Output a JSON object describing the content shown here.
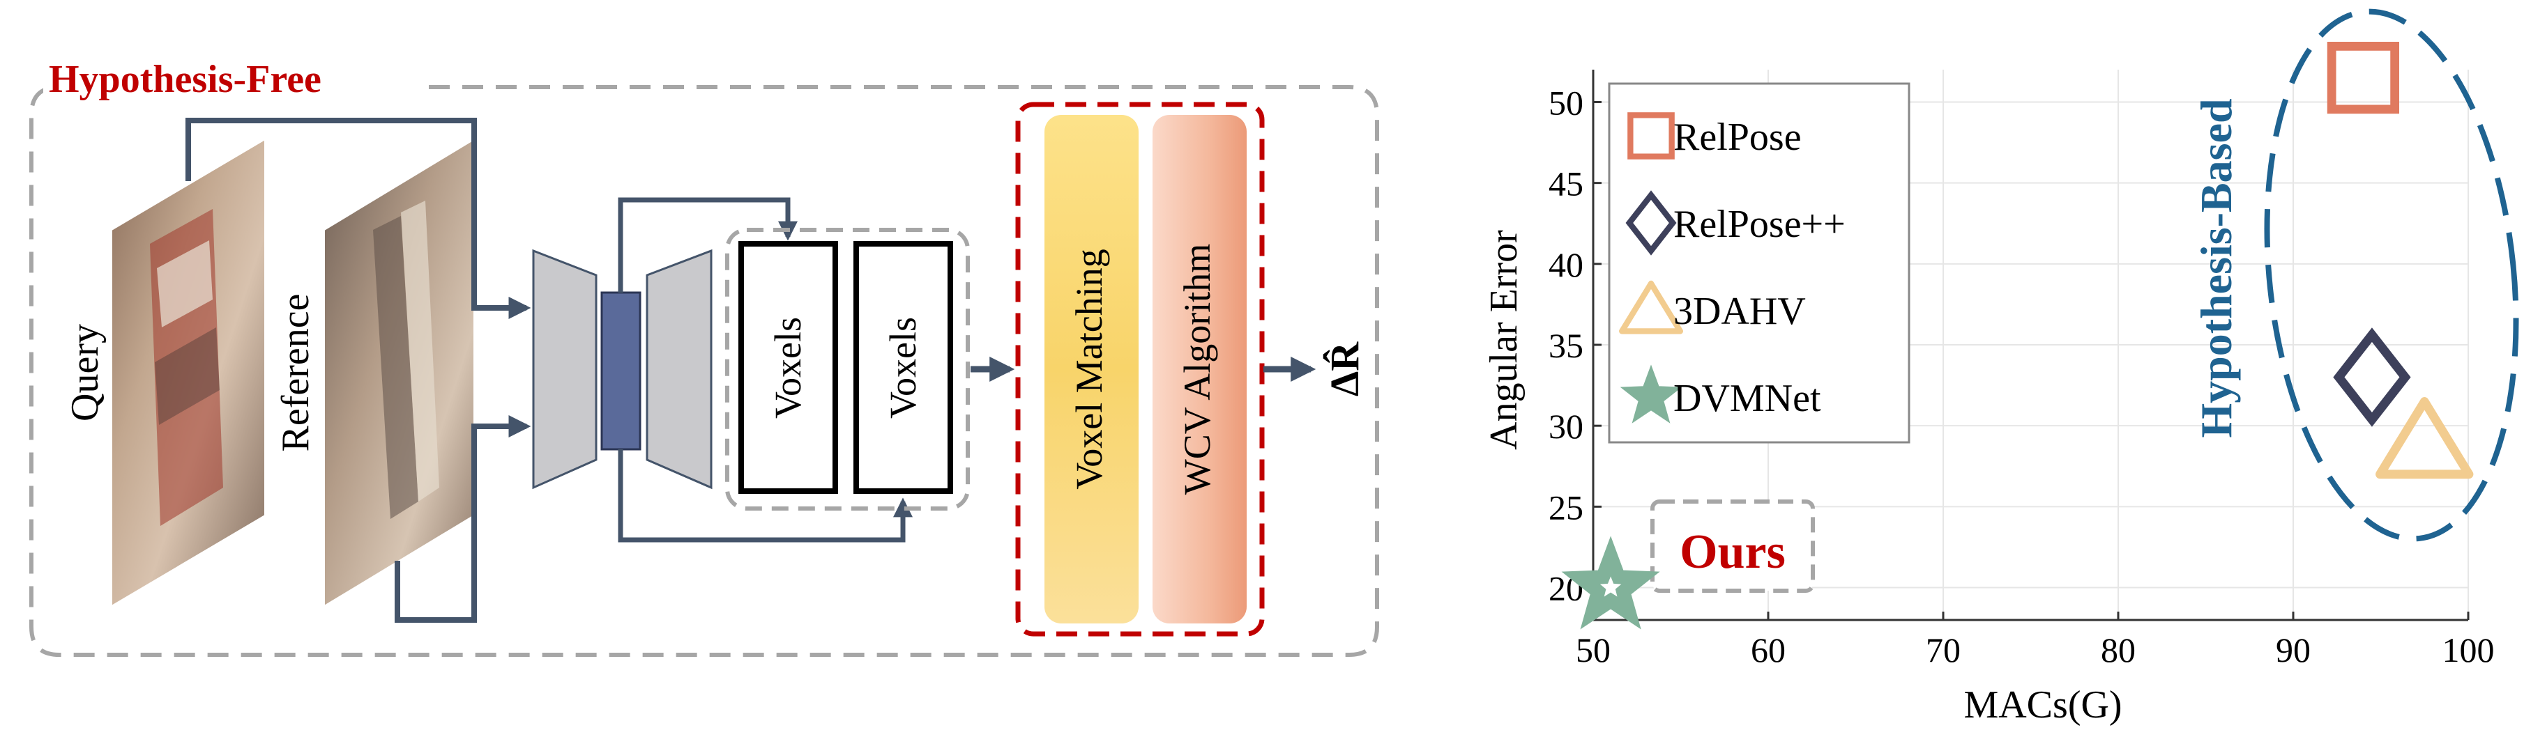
{
  "diagram": {
    "hypothesis_free_label": "Hypothesis-Free",
    "query_label": "Query",
    "reference_label": "Reference",
    "voxels_label_1": "Voxels",
    "voxels_label_2": "Voxels",
    "voxel_matching_label": "Voxel Matching",
    "wcv_algorithm_label": "WCV Algorithm",
    "output_label": "ΔR̂",
    "colors": {
      "hypothesis_free_red": "#c00000",
      "arrow_slate": "#44546a",
      "encoder_gray": "#c9c9cc",
      "bottleneck_blue": "#5a6a9a",
      "voxel_matching_fill": "#f8d46a",
      "wcv_fill": "#f0a988",
      "dashed_gray": "#a6a6a6"
    },
    "icons": [
      "query-image",
      "reference-image",
      "encoder-trapezoid",
      "decoder-trapezoid"
    ]
  },
  "chart_data": {
    "type": "scatter",
    "xlabel": "MACs(G)",
    "ylabel": "Angular Error",
    "xlim": [
      50,
      100
    ],
    "ylim": [
      18,
      52
    ],
    "x_ticks": [
      50,
      60,
      70,
      80,
      90,
      100
    ],
    "y_ticks": [
      20,
      25,
      30,
      35,
      40,
      45,
      50
    ],
    "grid": true,
    "legend_position": "top-left",
    "series": [
      {
        "name": "RelPose",
        "marker": "square",
        "color": "#e07a5f",
        "x": 94,
        "y": 51.5
      },
      {
        "name": "RelPose++",
        "marker": "diamond",
        "color": "#3d405b",
        "x": 94.5,
        "y": 33
      },
      {
        "name": "3DAHV",
        "marker": "triangle",
        "color": "#f2cc8f",
        "x": 97.5,
        "y": 29
      },
      {
        "name": "DVMNet",
        "marker": "star",
        "color": "#81b29a",
        "x": 51,
        "y": 20
      }
    ],
    "annotations": {
      "ours": "Ours",
      "hypothesis_based": "Hypothesis-Based",
      "ours_color": "#c00000",
      "hypothesis_based_color": "#1f6391"
    }
  }
}
